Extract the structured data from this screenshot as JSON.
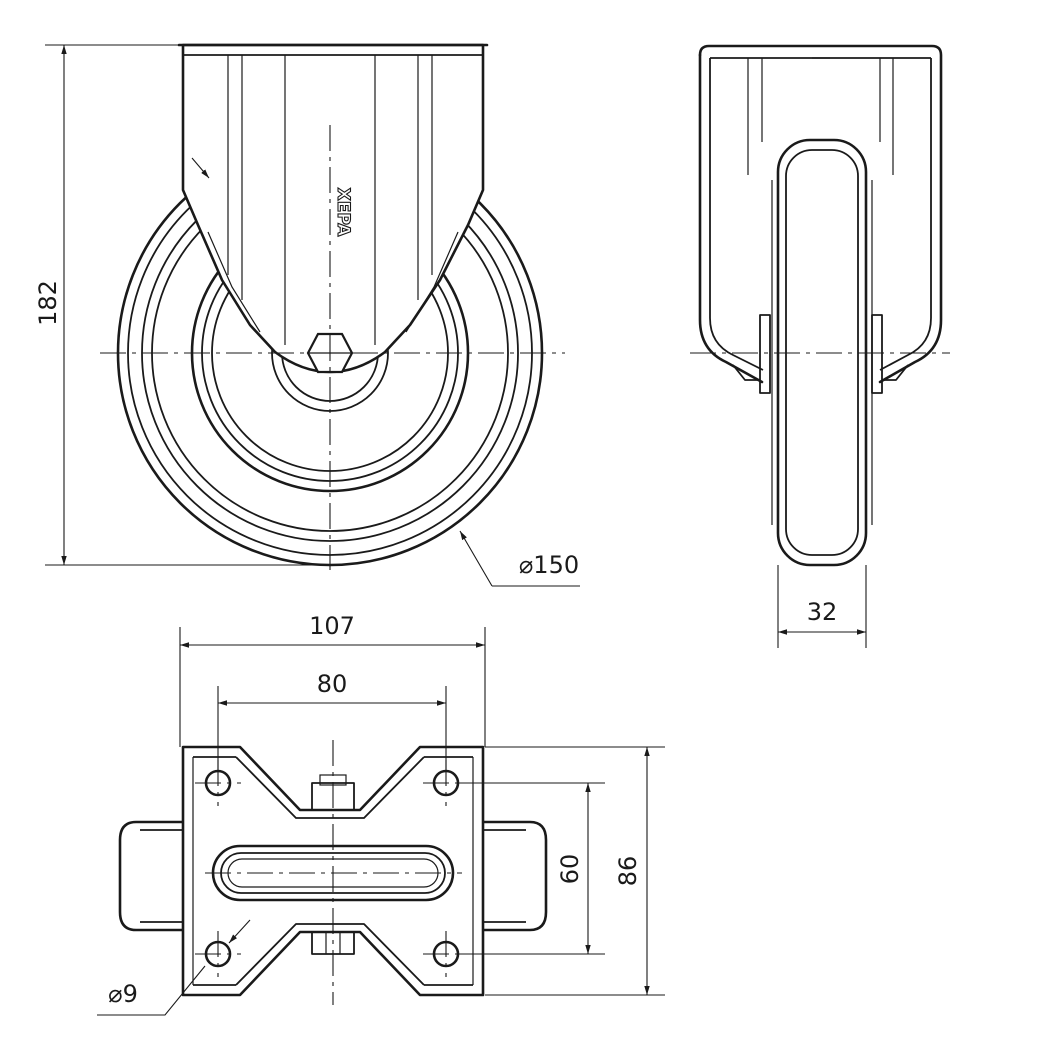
{
  "dimensions": {
    "overall_height": "182",
    "wheel_diameter": "⌀150",
    "wheel_width": "32",
    "plate_length": "107",
    "bolt_spacing_length": "80",
    "bolt_spacing_width": "60",
    "plate_width": "86",
    "bolt_hole_diameter": "⌀9"
  },
  "brand_mark": "XEPA"
}
